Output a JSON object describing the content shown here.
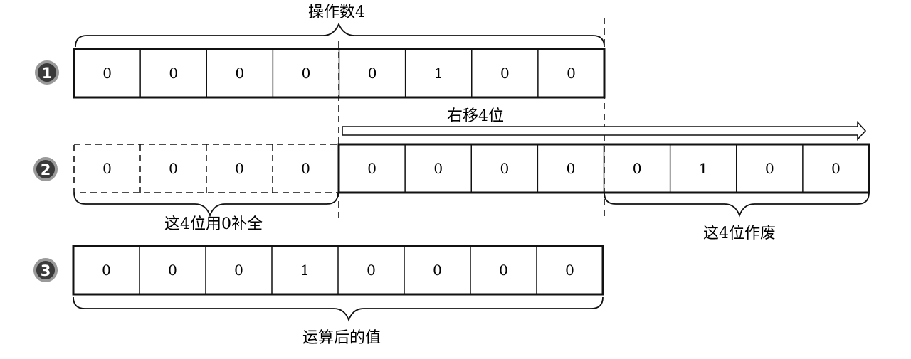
{
  "labels": {
    "operand": "操作数4",
    "shift_right": "右移4位",
    "zero_fill": "这4位用0补全",
    "discarded": "这4位作废",
    "result": "运算后的值"
  },
  "steps": [
    "1",
    "2",
    "3"
  ],
  "rows": {
    "operand_bits": [
      "0",
      "0",
      "0",
      "0",
      "0",
      "1",
      "0",
      "0"
    ],
    "fill_bits": [
      "0",
      "0",
      "0",
      "0"
    ],
    "shifted_bits": [
      "0",
      "0",
      "0",
      "0",
      "0",
      "1",
      "0",
      "0"
    ],
    "result_bits": [
      "0",
      "0",
      "0",
      "1",
      "0",
      "0",
      "0",
      "0"
    ]
  },
  "colors": {
    "ink": "#111111",
    "badge_fill": "#3a3a3a",
    "badge_ring": "#9a9a9a"
  }
}
